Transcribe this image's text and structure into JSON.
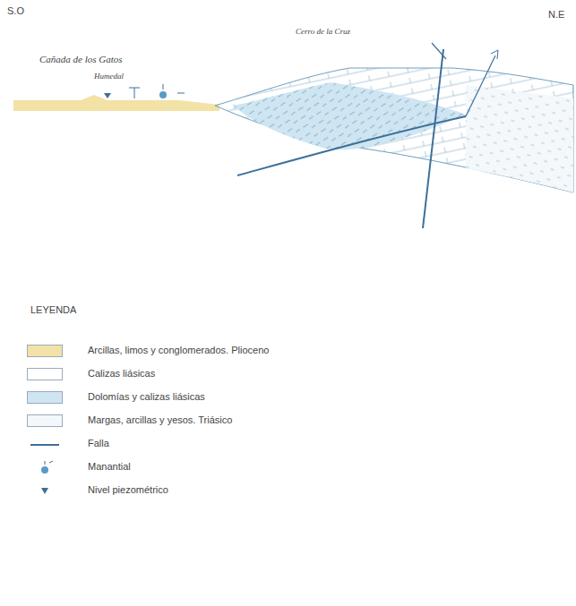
{
  "diagram": {
    "labels": [
      "S.O",
      "N.E",
      "Cerro de la Cruz",
      "Cañada de los Gatos",
      "Humedal",
      "LEYENDA"
    ],
    "legend": [
      {
        "text": "Arcillas, limos y conglomerados. Plioceno",
        "color": "#f3e2a6"
      },
      {
        "text": "Calizas liásicas",
        "color": "#ffffff"
      },
      {
        "text": "Dolomías y calizas liásicas",
        "color": "#cfe5f2"
      },
      {
        "text": "Margas, arcillas y yesos. Triásico",
        "color": "#f4f8fb"
      },
      {
        "text": "Falla"
      },
      {
        "text": "Manantial"
      },
      {
        "text": "Nivel piezométrico"
      }
    ]
  }
}
